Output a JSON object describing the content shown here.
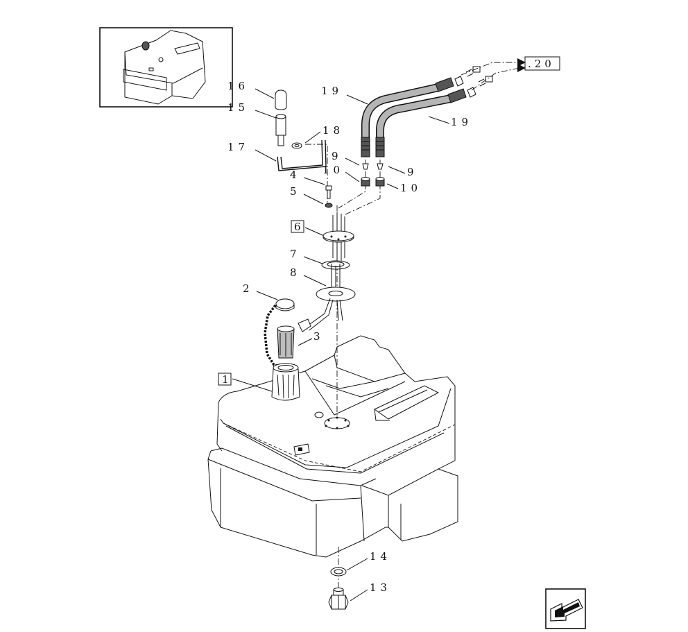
{
  "callouts": {
    "c1": "1",
    "c2": "2",
    "c3": "3",
    "c4": "4",
    "c5": "5",
    "c6": "6",
    "c7": "7",
    "c8": "8",
    "c9a": "9",
    "c9b": "9",
    "c10a": "10",
    "c10b": "10",
    "c13": "13",
    "c14": "14",
    "c15": "15",
    "c16": "16",
    "c17": "17",
    "c18": "18",
    "c19a": "19",
    "c19b": "19",
    "c20": ".20"
  },
  "icons": {
    "inset": "tank-location-inset-icon",
    "nav": "previous-page-arrow-icon"
  }
}
